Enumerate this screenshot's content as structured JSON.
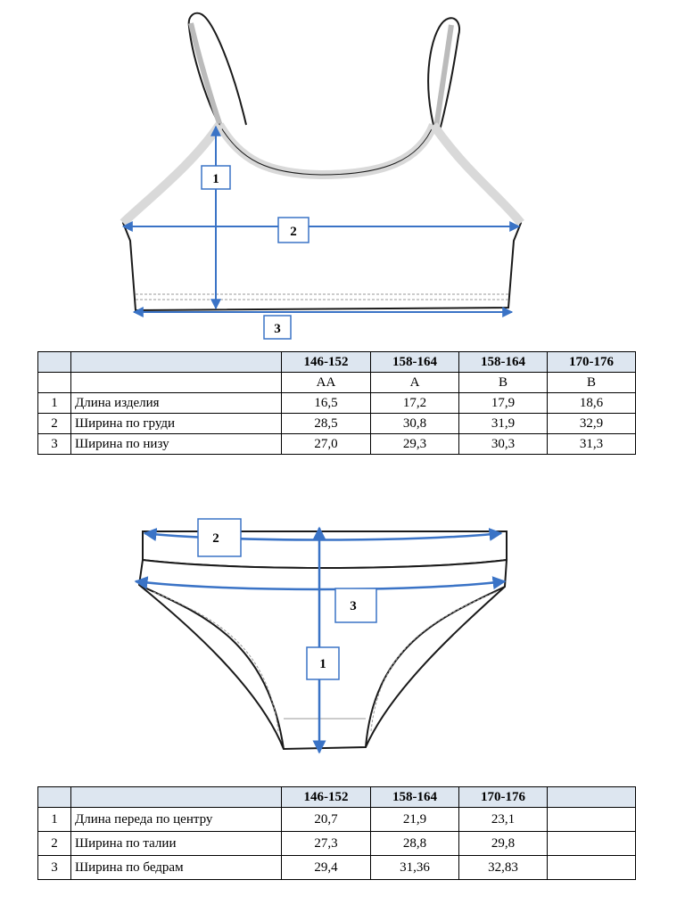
{
  "bra": {
    "markers": [
      "1",
      "2",
      "3"
    ],
    "table": {
      "sizes": [
        "146-152",
        "158-164",
        "158-164",
        "170-176"
      ],
      "cups": [
        "АА",
        "А",
        "В",
        "В"
      ],
      "rows": [
        {
          "num": "1",
          "label": "Длина изделия",
          "values": [
            "16,5",
            "17,2",
            "17,9",
            "18,6"
          ]
        },
        {
          "num": "2",
          "label": "Ширина по груди",
          "values": [
            "28,5",
            "30,8",
            "31,9",
            "32,9"
          ]
        },
        {
          "num": "3",
          "label": "Ширина по низу",
          "values": [
            "27,0",
            "29,3",
            "30,3",
            "31,3"
          ]
        }
      ]
    }
  },
  "briefs": {
    "markers": [
      "1",
      "2",
      "3"
    ],
    "table": {
      "sizes": [
        "146-152",
        "158-164",
        "170-176",
        ""
      ],
      "rows": [
        {
          "num": "1",
          "label": "Длина переда по центру",
          "values": [
            "20,7",
            "21,9",
            "23,1",
            ""
          ]
        },
        {
          "num": "2",
          "label": "Ширина по талии",
          "values": [
            "27,3",
            "28,8",
            "29,8",
            ""
          ]
        },
        {
          "num": "3",
          "label": "Ширина по бедрам",
          "values": [
            "29,4",
            "31,36",
            "32,83",
            ""
          ]
        }
      ]
    }
  },
  "colors": {
    "measure_line": "#3a73c6",
    "garment_outline": "#1a1a1a",
    "trim_fill": "#d9d9d9",
    "header_fill": "#dde6f0"
  },
  "icons": {
    "bra": "bra-sketch-icon",
    "briefs": "briefs-sketch-icon"
  }
}
